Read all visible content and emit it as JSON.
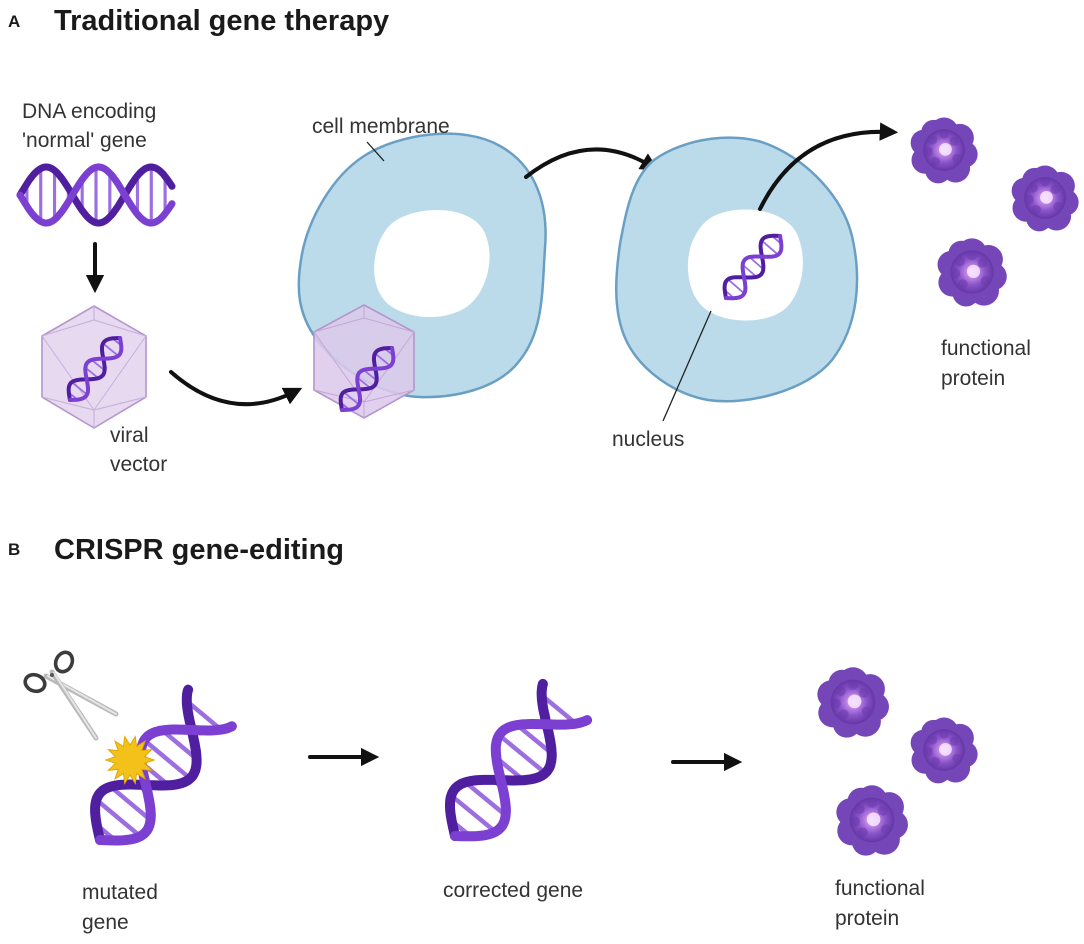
{
  "panel_a": {
    "letter": "A",
    "title": "Traditional gene therapy",
    "dna_label": [
      "DNA encoding",
      "'normal' gene"
    ],
    "vector_label": [
      "viral",
      "vector"
    ],
    "membrane_label": "cell membrane",
    "nucleus_label": "nucleus",
    "protein_label": [
      "functional",
      "protein"
    ]
  },
  "panel_b": {
    "letter": "B",
    "title": "CRISPR gene-editing",
    "mutated_label": [
      "mutated",
      "gene"
    ],
    "corrected_label": "corrected gene",
    "protein_label": [
      "functional",
      "protein"
    ]
  },
  "colors": {
    "dna_purple": "#7b3fd1",
    "dna_dark": "#4f1fa0",
    "cell_fill": "#bcdbea",
    "cell_stroke": "#6a9fc4",
    "vector_fill": "#e7d9f0",
    "vector_stroke": "#b396cc",
    "protein": "#8a55c9",
    "mutation": "#f2c21b",
    "arrow": "#111111"
  }
}
